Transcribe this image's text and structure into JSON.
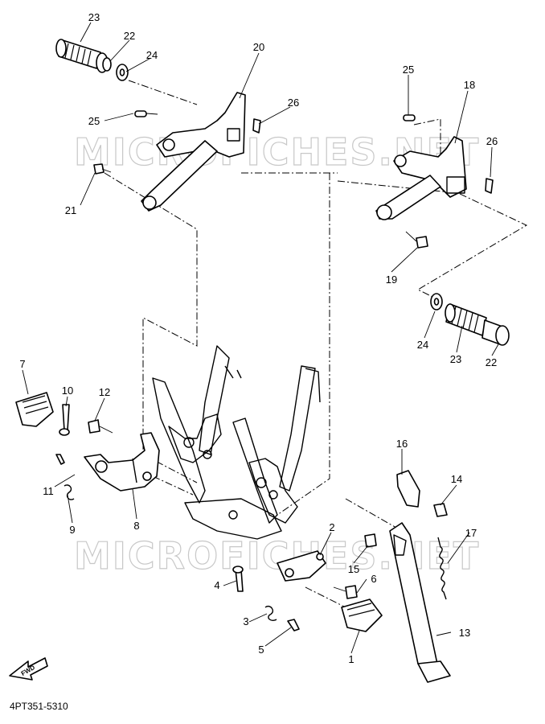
{
  "callouts": [
    {
      "id": "1",
      "label": "1"
    },
    {
      "id": "2",
      "label": "2"
    },
    {
      "id": "3",
      "label": "3"
    },
    {
      "id": "4",
      "label": "4"
    },
    {
      "id": "5",
      "label": "5"
    },
    {
      "id": "6",
      "label": "6"
    },
    {
      "id": "7",
      "label": "7"
    },
    {
      "id": "8",
      "label": "8"
    },
    {
      "id": "9",
      "label": "9"
    },
    {
      "id": "10",
      "label": "10"
    },
    {
      "id": "11",
      "label": "11"
    },
    {
      "id": "12",
      "label": "12"
    },
    {
      "id": "13",
      "label": "13"
    },
    {
      "id": "14",
      "label": "14"
    },
    {
      "id": "15",
      "label": "15"
    },
    {
      "id": "16",
      "label": "16"
    },
    {
      "id": "17",
      "label": "17"
    },
    {
      "id": "18",
      "label": "18"
    },
    {
      "id": "19",
      "label": "19"
    },
    {
      "id": "20",
      "label": "20"
    },
    {
      "id": "21",
      "label": "21"
    },
    {
      "id": "22",
      "label": "22"
    },
    {
      "id": "23",
      "label": "23"
    },
    {
      "id": "24",
      "label": "24"
    },
    {
      "id": "25",
      "label": "25"
    },
    {
      "id": "26",
      "label": "26"
    }
  ],
  "labels": {
    "c1": "1",
    "c2": "2",
    "c3": "3",
    "c4": "4",
    "c5": "5",
    "c6": "6",
    "c7": "7",
    "c8": "8",
    "c9": "9",
    "c10": "10",
    "c11": "11",
    "c12": "12",
    "c13": "13",
    "c14": "14",
    "c15": "15",
    "c16": "16",
    "c17": "17",
    "c18": "18",
    "c19": "19",
    "c20": "20",
    "c21": "21",
    "c22a": "22",
    "c22b": "22",
    "c23a": "23",
    "c23b": "23",
    "c24a": "24",
    "c24b": "24",
    "c25a": "25",
    "c25b": "25",
    "c26a": "26",
    "c26b": "26"
  },
  "diagram_code": "4PT351-5310",
  "watermark": "MICROFICHES.NET",
  "fwd_label": "FWD"
}
